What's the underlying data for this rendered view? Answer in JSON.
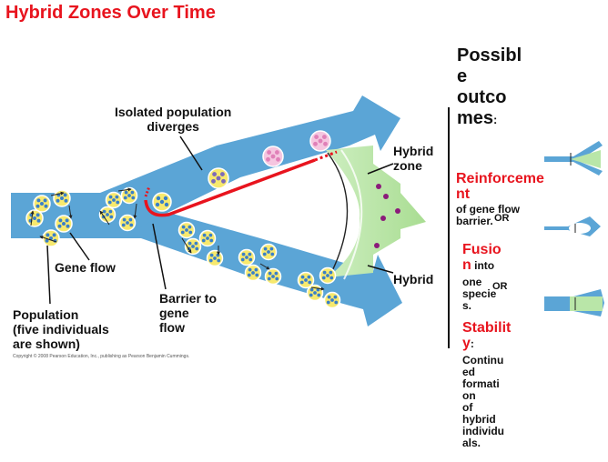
{
  "title": "Hybrid Zones Over Time",
  "labels": {
    "isolated_population_diverges": [
      "Isolated population",
      "diverges"
    ],
    "hybrid_zone": [
      "Hybrid",
      "zone"
    ],
    "gene_flow": "Gene flow",
    "barrier_to_gene_flow": [
      "Barrier to",
      "gene",
      "flow"
    ],
    "population": [
      "Population",
      "(five individuals",
      "are shown)"
    ],
    "hybrid": "Hybrid"
  },
  "copyright": "Copyright © 2008 Pearson Education, Inc., publishing as Pearson Benjamin Cummings.",
  "outcomes": {
    "heading_lines": [
      "Possibl",
      "e",
      "outco",
      "mes"
    ],
    "heading_colon": ":",
    "reinforcement": {
      "title_lines": [
        "Reinforceme",
        "nt"
      ],
      "desc_lines": [
        "of gene flow",
        "barrier."
      ],
      "or": "OR"
    },
    "fusion": {
      "title_parts": [
        "Fusio",
        "n"
      ],
      "desc_first": " into",
      "desc_lines": [
        "one",
        "specie",
        "s."
      ],
      "or": "OR"
    },
    "stability": {
      "title_lines": [
        "Stabilit",
        "y"
      ],
      "title_colon": ":",
      "desc_lines": [
        "Continu",
        "ed",
        "formati",
        "on",
        "of",
        "hybrid",
        "individu",
        "als."
      ]
    }
  },
  "colors": {
    "title_red": "#e8141e",
    "arrow_blue": "#5ba5d6",
    "hybrid_green": "#b9e6a8",
    "barrier_red": "#e8141e",
    "population_yellow": "#f7e96e",
    "individual_blue": "#3a7fc8",
    "hybrid_pink": "#e080b8",
    "hybrid_purple": "#8b1a7a"
  },
  "icons": [
    "reinforcement-thumbnail-icon",
    "fusion-thumbnail-icon",
    "stability-thumbnail-icon"
  ]
}
